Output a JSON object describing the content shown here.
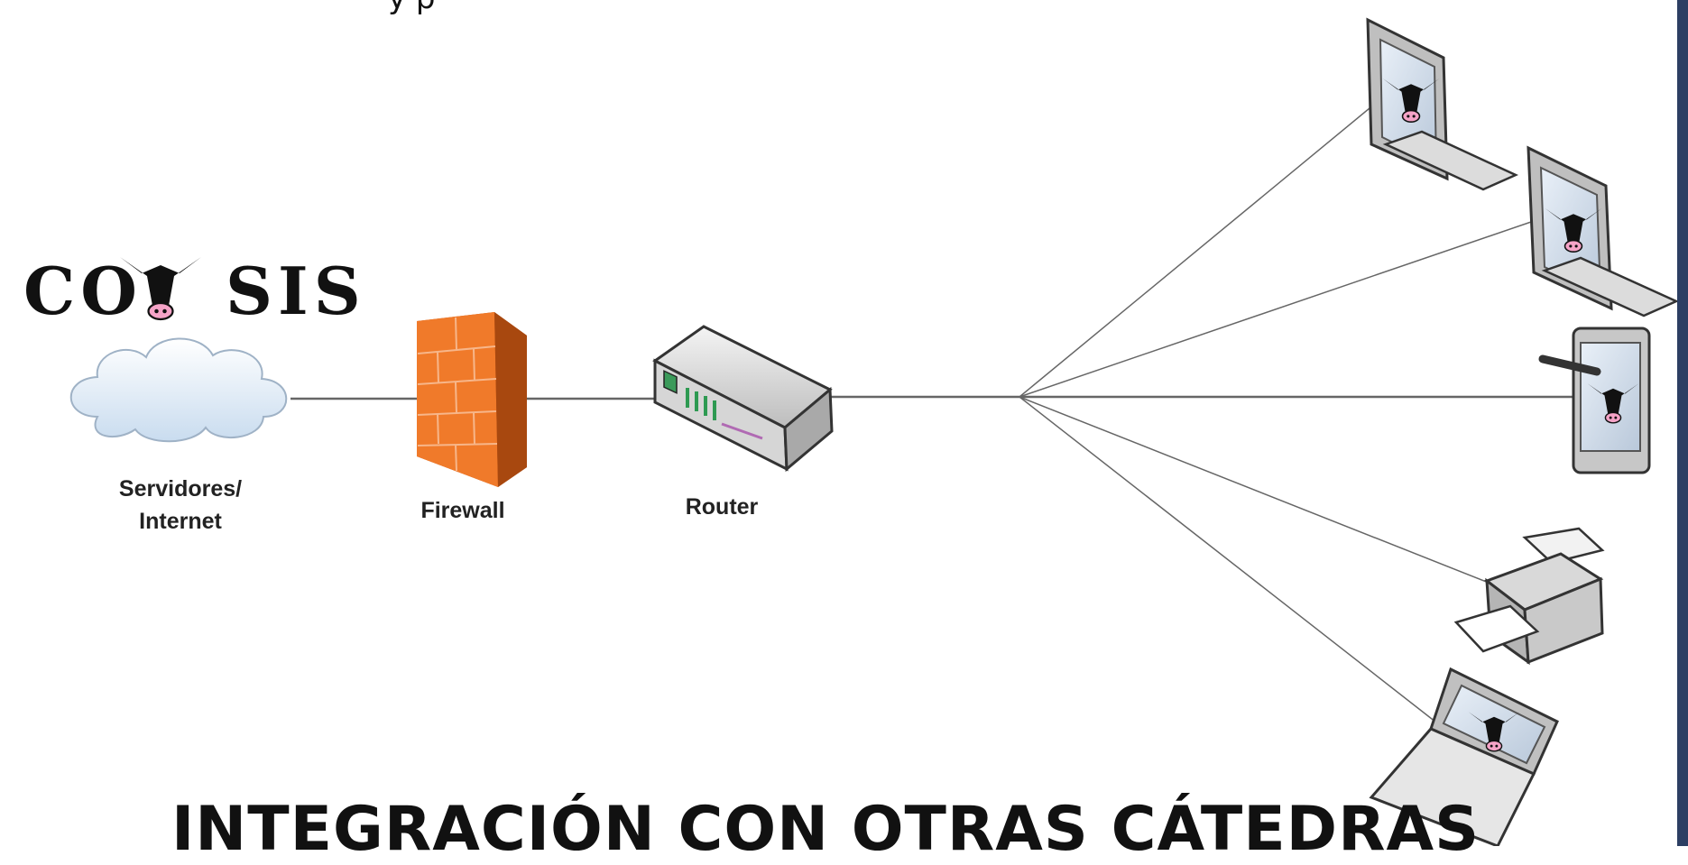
{
  "top_fragment": "y p",
  "logo": {
    "text_left": "CO",
    "text_right": "SIS"
  },
  "nodes": {
    "cloud": {
      "label_line1": "Servidores/",
      "label_line2": "Internet"
    },
    "firewall": {
      "label": "Firewall"
    },
    "router": {
      "label": "Router"
    }
  },
  "bottom_title": "INTEGRACIÓN CON OTRAS CÁTEDRAS",
  "colors": {
    "firewall_orange": "#f07a2a",
    "firewall_dark": "#c4561a",
    "cow_pink": "#f5a3c7",
    "line": "#666666",
    "accent_bar": "#2c3e63"
  }
}
